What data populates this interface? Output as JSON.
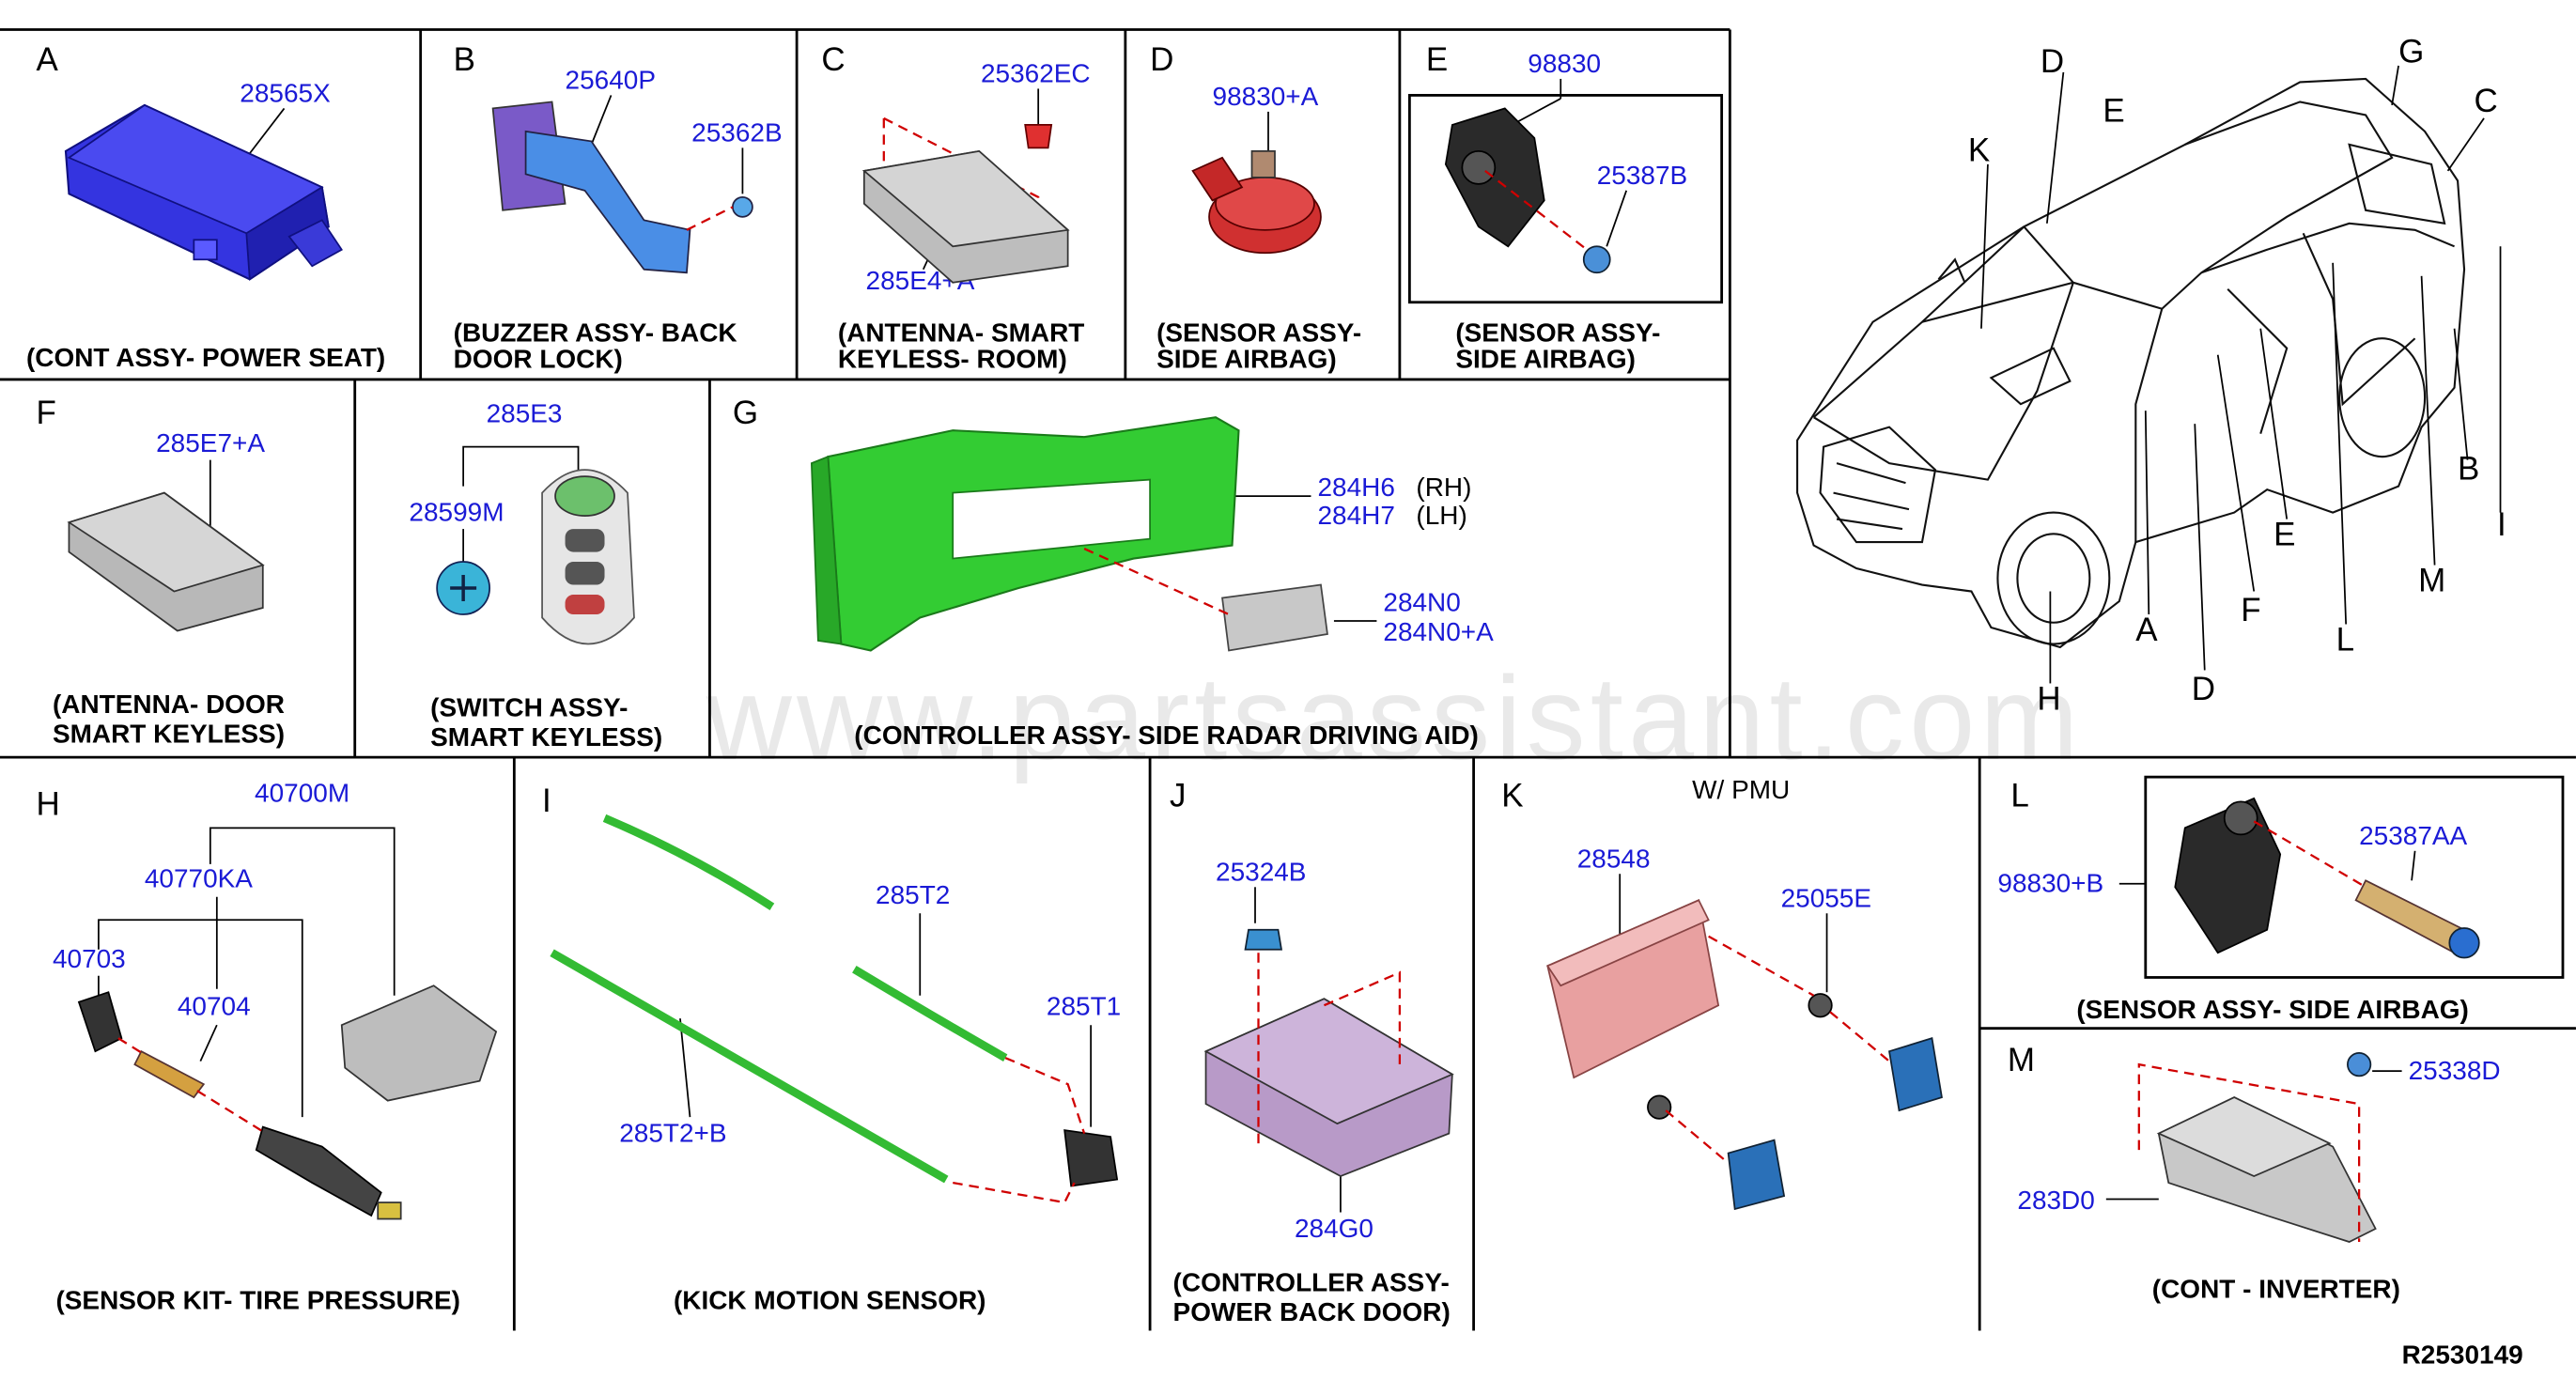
{
  "diagram_ref": "R2530149",
  "watermark": "www.partsassistant.com",
  "panels": {
    "A": {
      "letter": "A",
      "caption": "(CONT ASSY- POWER SEAT)",
      "parts": [
        "28565X"
      ]
    },
    "B": {
      "letter": "B",
      "caption_lines": [
        "(BUZZER ASSY- BACK",
        "DOOR LOCK)"
      ],
      "parts": [
        "25640P",
        "25362B"
      ]
    },
    "C": {
      "letter": "C",
      "caption_lines": [
        "(ANTENNA- SMART",
        "KEYLESS- ROOM)"
      ],
      "parts": [
        "25362EC",
        "285E4+A"
      ]
    },
    "D": {
      "letter": "D",
      "caption_lines": [
        "(SENSOR ASSY-",
        "SIDE AIRBAG)"
      ],
      "parts": [
        "98830+A"
      ]
    },
    "E": {
      "letter": "E",
      "caption_lines": [
        "(SENSOR ASSY-",
        "SIDE AIRBAG)"
      ],
      "parts": [
        "98830",
        "25387B"
      ]
    },
    "F": {
      "letter": "F",
      "caption_lines": [
        "(ANTENNA- DOOR",
        "SMART KEYLESS)"
      ],
      "parts": [
        "285E7+A"
      ]
    },
    "SK": {
      "caption_lines": [
        "(SWITCH ASSY-",
        "SMART KEYLESS)"
      ],
      "parts": [
        "285E3",
        "28599M"
      ]
    },
    "G": {
      "letter": "G",
      "caption": "(CONTROLLER ASSY- SIDE RADAR DRIVING AID)",
      "parts": [
        "284H6",
        "284H7",
        "284N0",
        "284N0+A"
      ],
      "side_labels": [
        "(RH)",
        "(LH)"
      ]
    },
    "H": {
      "letter": "H",
      "caption": "(SENSOR KIT- TIRE PRESSURE)",
      "parts": [
        "40700M",
        "40770KA",
        "40703",
        "40704"
      ]
    },
    "I": {
      "letter": "I",
      "caption": "(KICK MOTION SENSOR)",
      "parts": [
        "285T2",
        "285T1",
        "285T2+B"
      ]
    },
    "J": {
      "letter": "J",
      "caption_lines": [
        "(CONTROLLER ASSY-",
        "POWER BACK DOOR)"
      ],
      "parts": [
        "25324B",
        "284G0"
      ]
    },
    "K": {
      "letter": "K",
      "note": "W/ PMU",
      "parts": [
        "28548",
        "25055E"
      ]
    },
    "L": {
      "letter": "L",
      "caption": "(SENSOR ASSY- SIDE AIRBAG)",
      "parts": [
        "98830+B",
        "25387AA"
      ]
    },
    "M": {
      "letter": "M",
      "caption": "(CONT - INVERTER)",
      "parts": [
        "25338D",
        "283D0"
      ]
    }
  },
  "vehicle_callouts": [
    "D",
    "G",
    "E",
    "C",
    "K",
    "B",
    "I",
    "E",
    "M",
    "A",
    "F",
    "L",
    "D",
    "H"
  ],
  "colors": {
    "part_number": "#1a1ad6",
    "leader_dash": "#d00000",
    "blue_part": "#3a3adf",
    "green_part": "#33cc33",
    "pink_part": "#e8a0a0",
    "violet_part": "#b89ac8"
  }
}
